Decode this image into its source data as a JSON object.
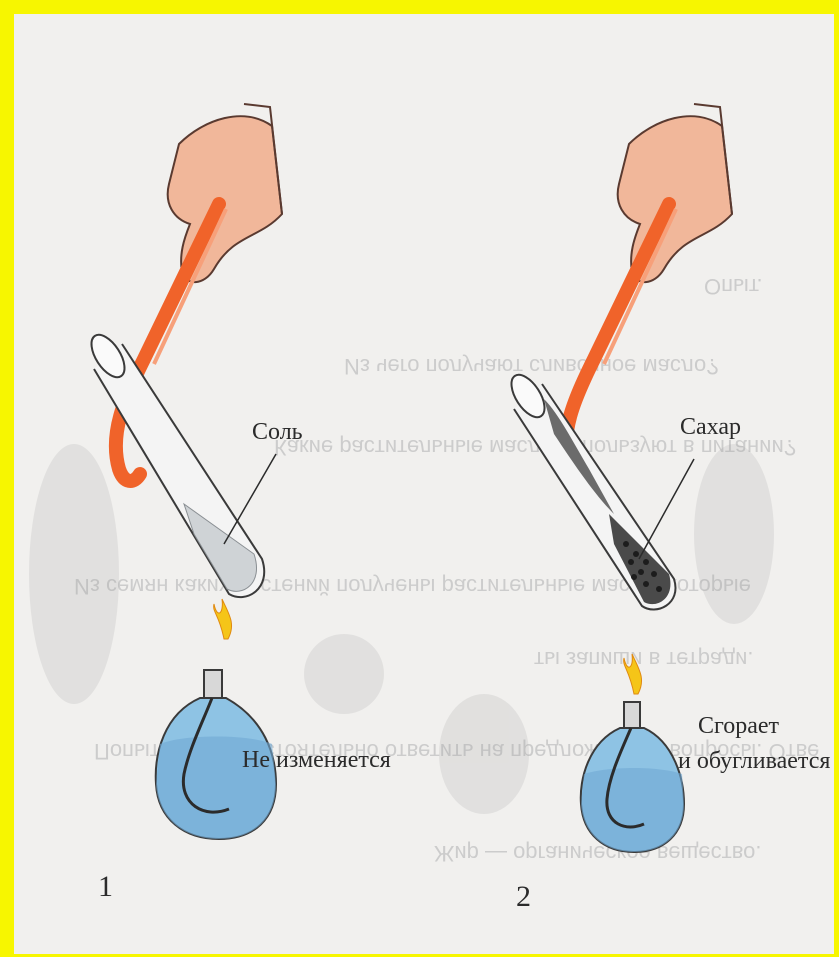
{
  "experiment_1": {
    "substance_label": "Соль",
    "result_label": "Не изменяется",
    "number": "1"
  },
  "experiment_2": {
    "substance_label": "Сахар",
    "result_label_line1": "Сгорает",
    "result_label_line2": "и обугливается",
    "number": "2"
  },
  "background_text": {
    "line1": "Жир — органическое вещество.",
    "line2": "Попытайся самостоятельно ответить на предложенные вопросы. Отве",
    "line3": "ты запиши в тетради.",
    "line4": "Из семян каких растений получены растительные масла, которые",
    "line5": "Какие растительные масла используют в питании?",
    "line6": "Из чего получают сливочное масло?",
    "line7": "Опыт."
  },
  "colors": {
    "page_border": "#f7f600",
    "flame": "#f5c518",
    "tongs": "#f0632a",
    "burner_liquid": "#8ec3e4",
    "hand": "#f1b79a"
  }
}
